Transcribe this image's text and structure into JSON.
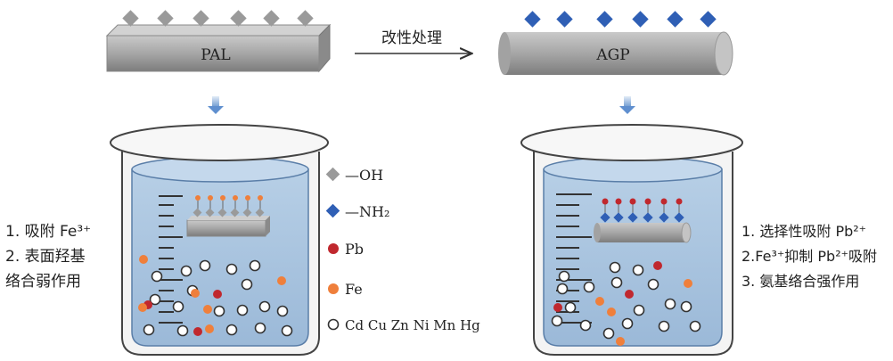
{
  "top": {
    "left_material": "PAL",
    "right_material": "AGP",
    "process_label": "改性处理"
  },
  "legend": {
    "oh": "—OH",
    "nh2": "—NH₂",
    "pb": "Pb",
    "fe": "Fe",
    "others": "Cd Cu Zn Ni Mn Hg"
  },
  "left_mechanisms": [
    "1. 吸附 Fe³⁺",
    "2. 表面羟基",
    "络合弱作用"
  ],
  "right_mechanisms": [
    "1. 选择性吸附 Pb²⁺",
    "2.Fe³⁺抑制 Pb²⁺吸附",
    "3. 氨基络合强作用"
  ],
  "colors": {
    "oh_marker": "#9a9a9a",
    "nh2_marker": "#2f5fb5",
    "pb": "#c0282e",
    "fe": "#ef7f3b",
    "water": "#a9c4de",
    "rod": "#9c9c9c"
  }
}
